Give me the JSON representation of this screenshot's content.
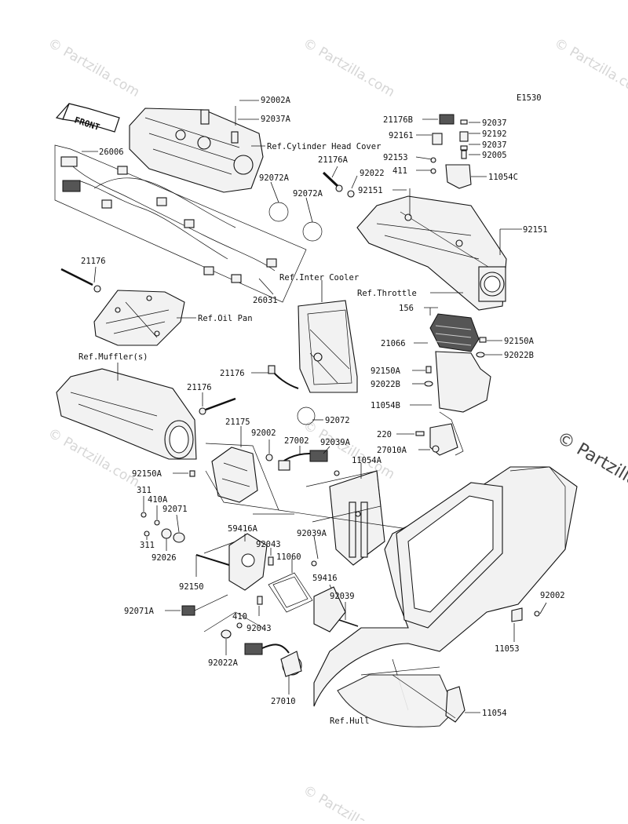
{
  "diagram": {
    "code": "E1530",
    "front_label": "FRONT",
    "watermarks": [
      "© Partzilla.com",
      "© Partzilla.com",
      "© Partzilla.com",
      "© Partzilla.com",
      "© Partzilla.com",
      "© Partzilla.com"
    ],
    "big_watermark": "© Partzilla",
    "refs": {
      "cylinder_head_cover": "Ref.Cylinder Head Cover",
      "inter_cooler": "Ref.Inter Cooler",
      "throttle": "Ref.Throttle",
      "oil_pan": "Ref.Oil Pan",
      "muffler": "Ref.Muffler(s)",
      "hull": "Ref.Hull"
    },
    "parts": {
      "p92002A": "92002A",
      "p92037A": "92037A",
      "p26006": "26006",
      "p21176B": "21176B",
      "p92037_a": "92037",
      "p92161": "92161",
      "p92192": "92192",
      "p92037_b": "92037",
      "p92153": "92153",
      "p92005": "92005",
      "p411": "411",
      "p11054C": "11054C",
      "p21176A": "21176A",
      "p92022": "92022",
      "p92072A_a": "92072A",
      "p92072A_b": "92072A",
      "p92151_a": "92151",
      "p92151_b": "92151",
      "p21176_a": "21176",
      "p26031": "26031",
      "p156": "156",
      "p21066": "21066",
      "p92150A_a": "92150A",
      "p92022B_a": "92022B",
      "p92150A_b": "92150A",
      "p92022B_b": "92022B",
      "p11054B": "11054B",
      "p21176_b": "21176",
      "p21176_c": "21176",
      "p92072": "92072",
      "p21175": "21175",
      "p92002_a": "92002",
      "p27002": "27002",
      "p92039A_a": "92039A",
      "p220": "220",
      "p27010A": "27010A",
      "p11054A": "11054A",
      "p92150A_c": "92150A",
      "p311_a": "311",
      "p410A": "410A",
      "p92071": "92071",
      "p311_b": "311",
      "p92026": "92026",
      "p59416A": "59416A",
      "p92043_a": "92043",
      "p92039A_b": "92039A",
      "p11060": "11060",
      "p92150": "92150",
      "p59416": "59416",
      "p92039": "92039",
      "p92071A": "92071A",
      "p410": "410",
      "p92043_b": "92043",
      "p92022A": "92022A",
      "p27010": "27010",
      "p92002_b": "92002",
      "p11053": "11053",
      "p11054": "11054"
    }
  }
}
